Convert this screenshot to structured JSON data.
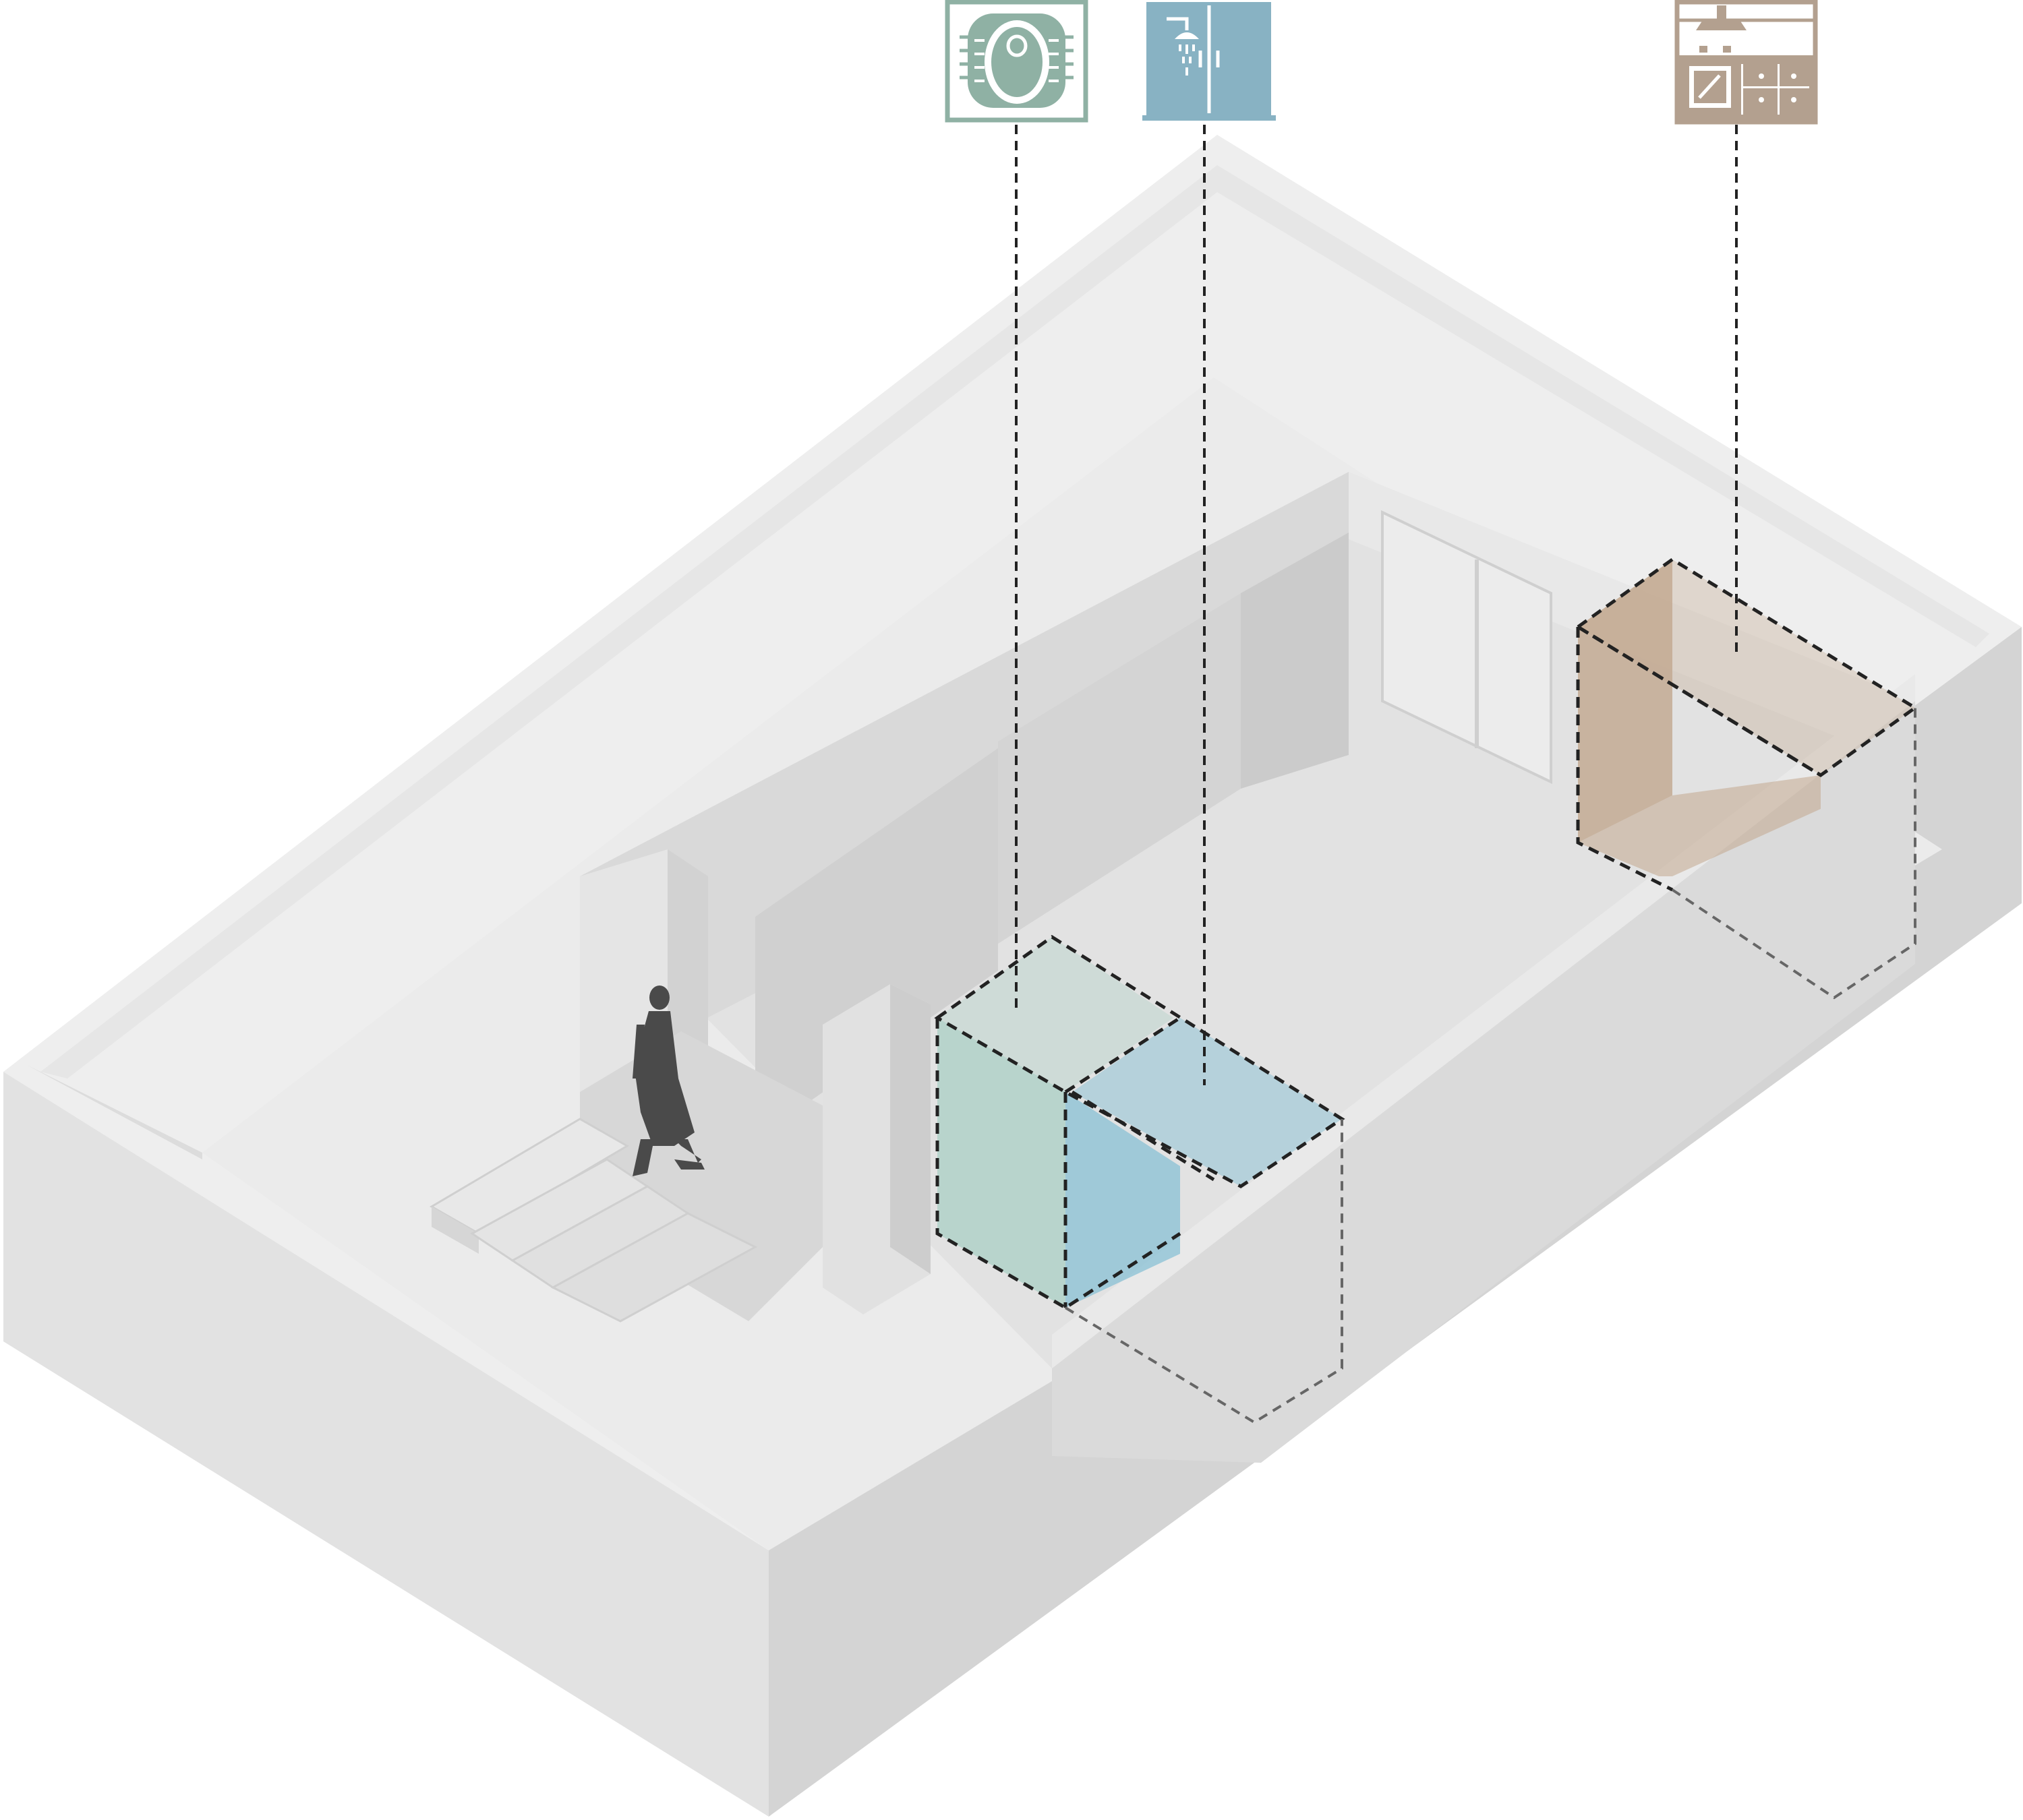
{
  "diagram": {
    "kind": "isometric-floor-plan",
    "icons": [
      {
        "id": "toilet",
        "icon": "squat-toilet-icon",
        "color": "#8fb1a4"
      },
      {
        "id": "shower",
        "icon": "shower-cabin-icon",
        "color": "#88b2c3"
      },
      {
        "id": "kitchen",
        "icon": "kitchen-icon",
        "color": "#b3a08f"
      }
    ],
    "zones": [
      {
        "id": "toilet-zone",
        "color": "#a9cfc4"
      },
      {
        "id": "shower-zone",
        "color": "#8fc3d6"
      },
      {
        "id": "kitchen-zone",
        "color": "#c2a88e"
      }
    ],
    "colors": {
      "ground_top": "#efefef",
      "outer_wall_light": "#e6e6e6",
      "outer_wall_dark": "#d3d3d3",
      "interior_floor": "#e3e3e3",
      "wall_shade": "#cfcfcf",
      "person": "#4a4a4a",
      "dash": "#222222"
    }
  }
}
